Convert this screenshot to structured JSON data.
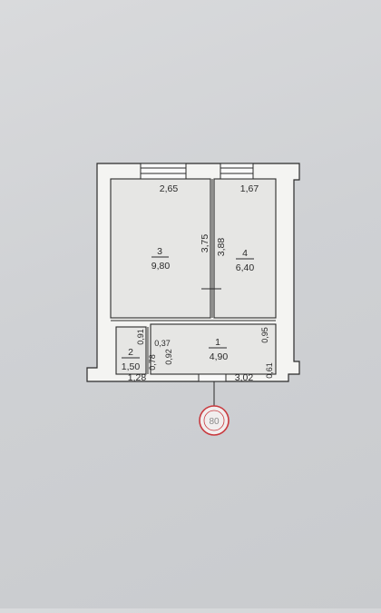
{
  "plan": {
    "rooms": [
      {
        "number": "1",
        "area": "4,90"
      },
      {
        "number": "2",
        "area": "1,50"
      },
      {
        "number": "3",
        "area": "9,80"
      },
      {
        "number": "4",
        "area": "6,40"
      }
    ],
    "dimensions": {
      "d265": "2,65",
      "d167": "1,67",
      "d375": "3,75",
      "d388": "3,88",
      "d095": "0,95",
      "d091": "0,91",
      "d037": "0,37",
      "d078": "0,78",
      "d092": "0,92",
      "d061": "0,61",
      "d128": "1,28",
      "d302": "3,02"
    },
    "stamp": "80"
  }
}
